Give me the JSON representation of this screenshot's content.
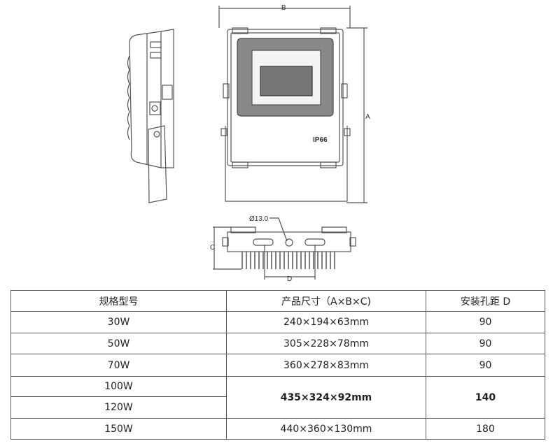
{
  "drawing": {
    "dim_a": "A",
    "dim_b": "B",
    "dim_c": "C",
    "dim_d": "D",
    "hole_diameter": "Ø13.0",
    "ip_rating": "IP66"
  },
  "table": {
    "headers": [
      "规格型号",
      "产品尺寸（A×B×C)",
      "安装孔距 D"
    ],
    "rows": [
      {
        "model": "30W",
        "size": "240×194×63mm",
        "spacing": "90"
      },
      {
        "model": "50W",
        "size": "305×228×78mm",
        "spacing": "90"
      },
      {
        "model": "70W",
        "size": "360×278×83mm",
        "spacing": "90"
      },
      {
        "model": "100W",
        "size": "435×324×92mm",
        "spacing": "140"
      },
      {
        "model": "120W"
      },
      {
        "model": "150W",
        "size": "440×360×130mm",
        "spacing": "180"
      }
    ]
  }
}
